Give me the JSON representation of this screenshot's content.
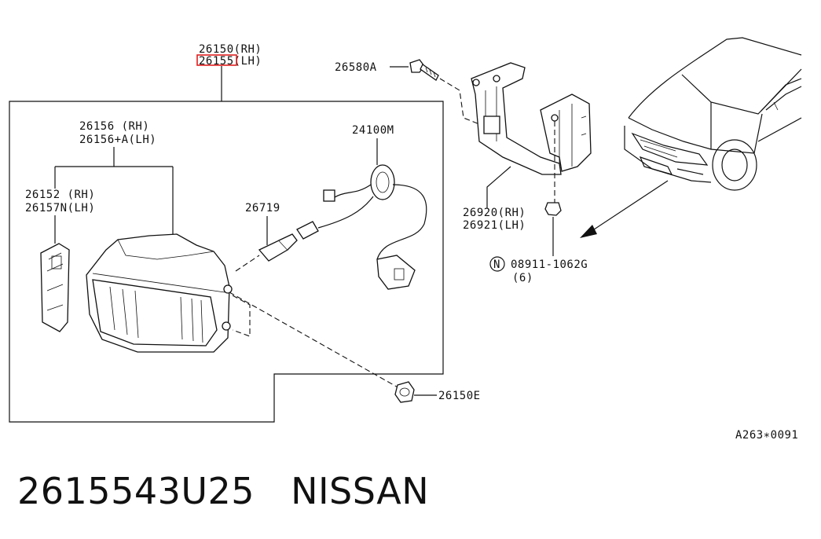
{
  "callouts": {
    "lamp_assembly_rh": "26150(RH)",
    "lamp_assembly_lh": "26155(LH)",
    "lens_rh": "26156  (RH)",
    "lens_lh": "26156+A(LH)",
    "cover_rh": "26152 (RH)",
    "cover_lh": "26157N(LH)",
    "bulb": "26719",
    "harness": "24100M",
    "bolt": "26580A",
    "bracket_rh": "26920(RH)",
    "bracket_lh": "26921(LH)",
    "nut_symbol": "N",
    "nut": "08911-1062G",
    "nut_qty": "(6)",
    "screw": "26150E"
  },
  "figure_code": "A263∗0091",
  "footer": {
    "part_number": "2615543U25",
    "brand": "NISSAN"
  },
  "highlight_color": "#e02020"
}
